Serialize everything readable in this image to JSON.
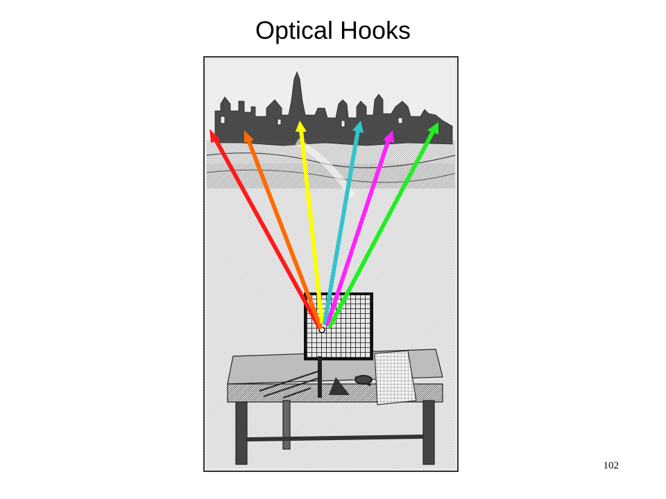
{
  "slide": {
    "title": "Optical Hooks",
    "page_number": "102"
  },
  "illustration": {
    "subject": "engraving-perspective-grid-device",
    "ray_colors": [
      "#ff1a1a",
      "#ff6a00",
      "#ffff00",
      "#33c4cc",
      "#ff22ff",
      "#22ee22"
    ]
  }
}
